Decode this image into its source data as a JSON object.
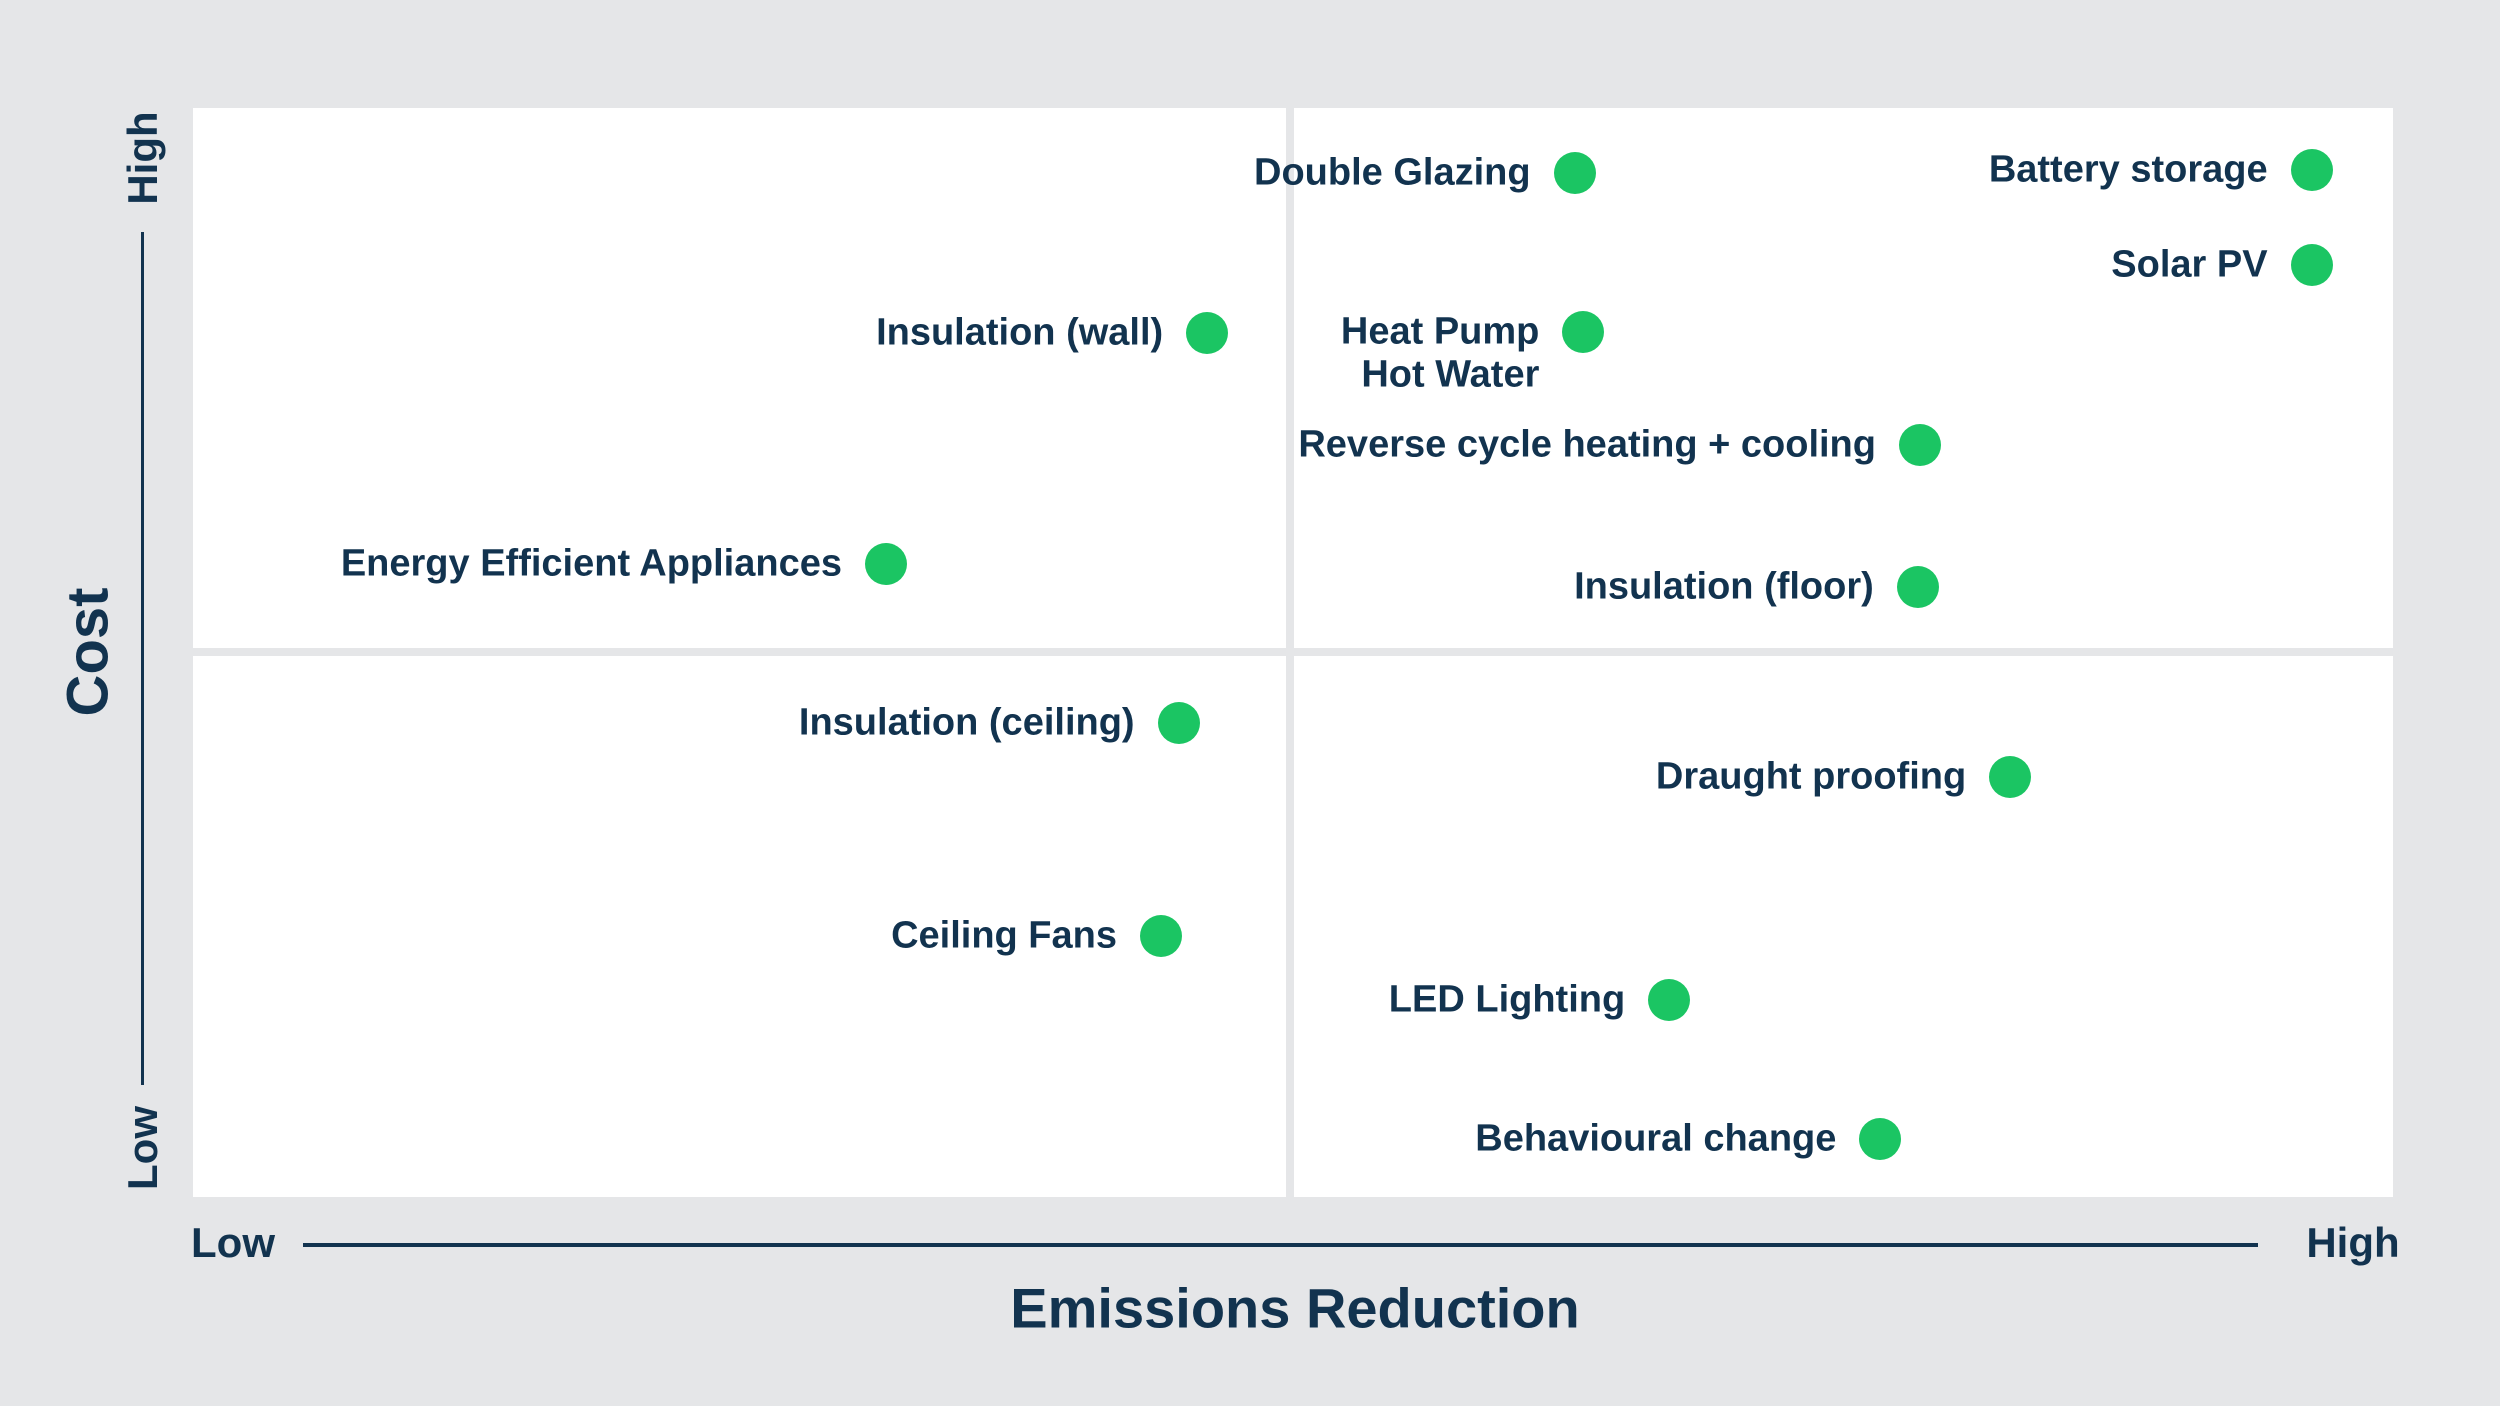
{
  "colors": {
    "background": "#e5e6e8",
    "plot_background": "#ffffff",
    "quadrant_divider": "#e5e6e8",
    "text_navy": "#12334f",
    "dot_green": "#1bc563"
  },
  "chart_data": {
    "type": "scatter",
    "title": "",
    "xlabel": "Emissions Reduction",
    "ylabel": "Cost",
    "x_axis": {
      "min_label": "Low",
      "max_label": "High",
      "scale": "qualitative low-to-high"
    },
    "y_axis": {
      "min_label": "Low",
      "max_label": "High",
      "scale": "qualitative low-to-high"
    },
    "grid": "2x2 quadrants",
    "legend": "none",
    "points": [
      {
        "label": "Double Glazing",
        "x_pct": 62.8,
        "cost_pct": 94.0
      },
      {
        "label": "Battery storage",
        "x_pct": 96.3,
        "cost_pct": 94.3
      },
      {
        "label": "Solar PV",
        "x_pct": 96.3,
        "cost_pct": 85.6
      },
      {
        "label": "Insulation (wall)",
        "x_pct": 46.1,
        "cost_pct": 79.3
      },
      {
        "label": "Heat Pump\nHot Water",
        "x_pct": 63.2,
        "cost_pct": 79.4
      },
      {
        "label": "Reverse cycle heating + cooling",
        "x_pct": 78.5,
        "cost_pct": 69.1
      },
      {
        "label": "Energy Efficient Appliances",
        "x_pct": 31.5,
        "cost_pct": 58.1
      },
      {
        "label": "Insulation (floor)",
        "x_pct": 78.4,
        "cost_pct": 56.0
      },
      {
        "label": "Insulation (ceiling)",
        "x_pct": 44.8,
        "cost_pct": 43.5
      },
      {
        "label": "Draught proofing",
        "x_pct": 82.6,
        "cost_pct": 38.6
      },
      {
        "label": "Ceiling Fans",
        "x_pct": 44.0,
        "cost_pct": 24.0
      },
      {
        "label": "LED Lighting",
        "x_pct": 67.1,
        "cost_pct": 18.1
      },
      {
        "label": "Behavioural change",
        "x_pct": 76.7,
        "cost_pct": 5.3
      }
    ]
  }
}
